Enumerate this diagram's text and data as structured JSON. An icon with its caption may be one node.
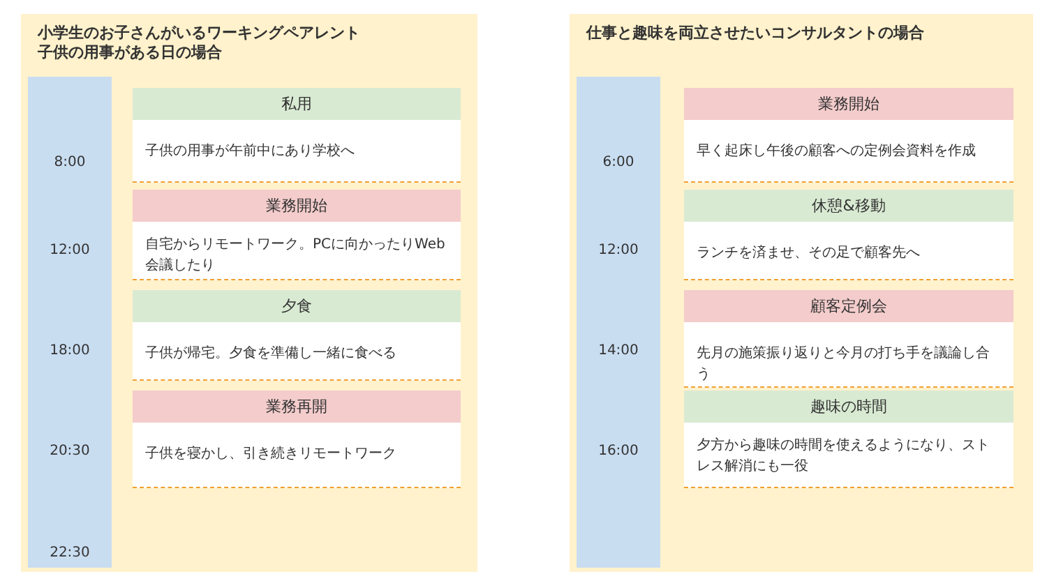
{
  "diagram": {
    "nodes": [
      {
        "text": [
          "小学生のお子さんがいるワーキングペアレント",
          "子供の用事がある日の場合"
        ]
      },
      {
        "text": [
          "8:00",
          "12:00",
          "18:00",
          "20:30",
          "22:30"
        ],
        "in": 0
      },
      {
        "text": [
          "私用",
          "子供の用事が午前中にあり学校へ"
        ],
        "in": 0
      },
      {
        "text": [
          "業務開始",
          "自宅からリモートワーク。PCに向かったりWeb会議したり"
        ],
        "in": 0
      },
      {
        "text": [
          "夕食",
          "子供が帰宅。夕食を準備し一緒に食べる"
        ],
        "in": 0
      },
      {
        "text": [
          "業務再開",
          "子供を寝かし、引き続きリモートワーク"
        ],
        "in": 0
      },
      {
        "text": [
          "仕事と趣味を両立させたいコンサルタントの場合"
        ]
      },
      {
        "text": [
          "6:00",
          "12:00",
          "14:00",
          "16:00"
        ],
        "in": 6
      },
      {
        "text": [
          "業務開始",
          "早く起床し午後の顧客への定例会資料を作成"
        ],
        "in": 6
      },
      {
        "text": [
          "休憩&移動",
          "ランチを済ませ、その足で顧客先へ"
        ],
        "in": 6
      },
      {
        "text": [
          "顧客定例会",
          "先月の施策振り返りと今月の打ち手を議論し合う"
        ],
        "in": 6
      },
      {
        "text": [
          "趣味の時間",
          "夕方から趣味の時間を使えるようになり、ストレス解消にも一役"
        ],
        "in": 6
      }
    ],
    "edges": []
  }
}
